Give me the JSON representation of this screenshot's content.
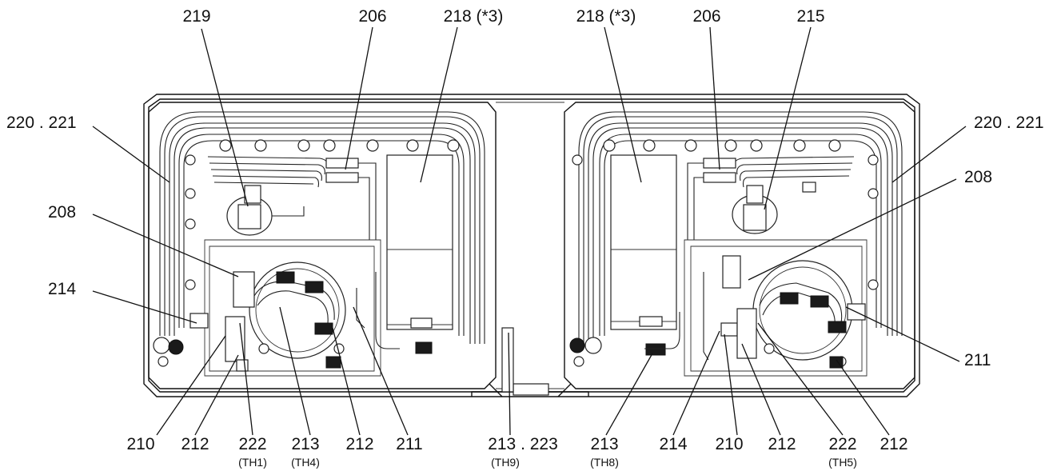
{
  "labels_top": {
    "l219": "219",
    "l206_left": "206",
    "l218_left": "218 (*3)",
    "l218_right": "218 (*3)",
    "l206_right": "206",
    "l215": "215"
  },
  "labels_side": {
    "l220_left": "220 . 221",
    "l220_right": "220 . 221",
    "l208_left": "208",
    "l208_right": "208",
    "l214_left": "214",
    "l211_right": "211"
  },
  "labels_bottom": {
    "l210_a": "210",
    "l212_a": "212",
    "l222_a": "222",
    "l222_a_sub": "(TH1)",
    "l213_a": "213",
    "l213_a_sub": "(TH4)",
    "l212_b": "212",
    "l211_a": "211",
    "l213_223": "213 . 223",
    "l213_223_sub": "(TH9)",
    "l213_b": "213",
    "l213_b_sub": "(TH8)",
    "l214_b": "214",
    "l210_b": "210",
    "l212_c": "212",
    "l222_b": "222",
    "l222_b_sub": "(TH5)",
    "l212_d": "212"
  }
}
